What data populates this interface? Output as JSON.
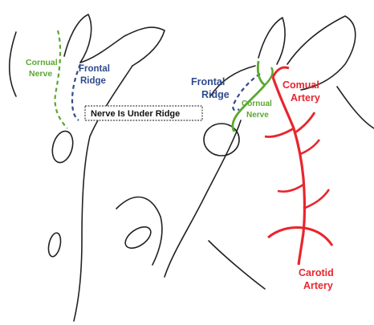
{
  "colors": {
    "green": "#5aa82e",
    "blue": "#2f4a8c",
    "red": "#e8262e",
    "outline": "#222222",
    "callout_border": "#444444",
    "background": "#ffffff"
  },
  "left_head": {
    "cornual_nerve_label": [
      "Cornual",
      "Nerve"
    ],
    "frontal_ridge_label": [
      "Frontal",
      "Ridge"
    ],
    "callout": "Nerve Is Under Ridge"
  },
  "right_head": {
    "frontal_ridge_label": [
      "Frontal",
      "Ridge"
    ],
    "cornual_nerve_label": [
      "Cornual",
      "Nerve"
    ],
    "cornual_artery_label": [
      "Comual",
      "Artery"
    ],
    "carotid_artery_label": [
      "Carotid",
      "Artery"
    ]
  }
}
